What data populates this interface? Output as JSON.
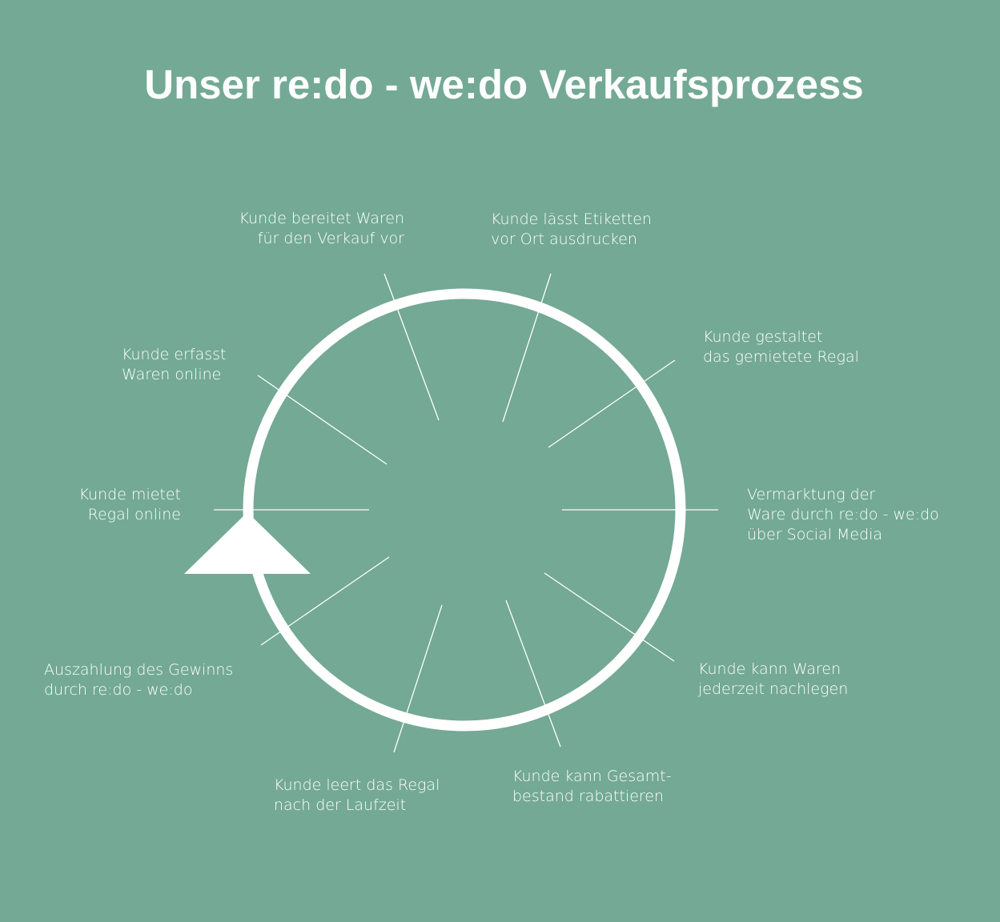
{
  "title": "Unser re:do - we:do Verkaufsprozess",
  "steps": [
    {
      "line1": "Kunde mietet",
      "line2": "Regal online"
    },
    {
      "line1": "Kunde erfasst",
      "line2": "Waren online"
    },
    {
      "line1": "Kunde bereitet Waren",
      "line2": "für den Verkauf vor"
    },
    {
      "line1": "Kunde lässt Etiketten",
      "line2": "vor Ort ausdrucken"
    },
    {
      "line1": "Kunde gestaltet",
      "line2": "das gemietete Regal"
    },
    {
      "line1": "Vermarktung der",
      "line2": "Ware durch re:do - we:do",
      "line3": "über Social Media"
    },
    {
      "line1": "Kunde kann Waren",
      "line2": "jederzeit nachlegen"
    },
    {
      "line1": "Kunde kann Gesamt-",
      "line2": "bestand rabattieren"
    },
    {
      "line1": "Kunde leert das Regal",
      "line2": "nach der Laufzeit"
    },
    {
      "line1": "Auszahlung des Gewinns",
      "line2": "durch re:do - we:do"
    }
  ]
}
